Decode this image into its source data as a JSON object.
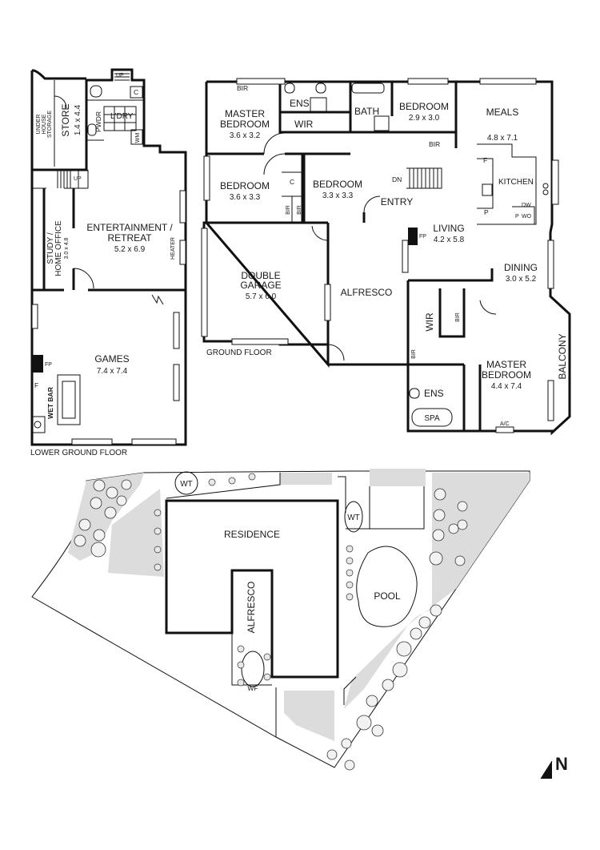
{
  "floors": {
    "lower_ground": "LOWER GROUND FLOOR",
    "ground": "GROUND FLOOR"
  },
  "lower_ground_rooms": {
    "store": "STORE",
    "store_dim": "1.4 x 4.4",
    "under_house_1": "UNDER",
    "under_house_2": "HOUSE",
    "under_house_3": "STORAGE",
    "pwdr": "PWDR",
    "ldry": "L'DRY",
    "up1": "UP",
    "up2": "UP",
    "c": "C",
    "wm": "WM",
    "entertainment_1": "ENTERTAINMENT /",
    "entertainment_2": "RETREAT",
    "entertainment_dim": "5.2 x 6.9",
    "heater": "HEATER",
    "study_1": "STUDY /",
    "study_2": "HOME OFFICE",
    "study_dim": "3.0 x 4.8",
    "games": "GAMES",
    "games_dim": "7.4 x 7.4",
    "fp": "FP",
    "f": "F",
    "wet_bar": "WET BAR"
  },
  "ground_rooms": {
    "bir1": "BIR",
    "master_1": "MASTER",
    "master_2": "BEDROOM",
    "master_dim": "3.6 x 3.2",
    "ens": "ENS",
    "wir": "WIR",
    "bath": "BATH",
    "bedroom_a": "BEDROOM",
    "bedroom_a_dim": "2.9 x 3.0",
    "bir2": "BIR",
    "meals": "MEALS",
    "meals_dim": "4.8 x 7.1",
    "bedroom_b": "BEDROOM",
    "bedroom_b_dim": "3.6 x 3.3",
    "c": "C",
    "bir3": "BIR",
    "bir4": "BIR",
    "bedroom_c": "BEDROOM",
    "bedroom_c_dim": "3.3 x 3.3",
    "dn": "DN",
    "entry": "ENTRY",
    "f": "F",
    "kitchen": "KITCHEN",
    "p1": "P",
    "p2": "P",
    "dw": "DW",
    "wo": "WO",
    "double_garage_1": "DOUBLE",
    "double_garage_2": "GARAGE",
    "garage_dim": "5.7 x 6.0",
    "alfresco": "ALFRESCO",
    "living": "LIVING",
    "living_dim": "4.2 x 5.8",
    "fp": "FP",
    "dining": "DINING",
    "dining_dim": "3.0 x 5.2",
    "wir2": "WIR",
    "bir5": "BIR",
    "bir6": "BIR",
    "ens2": "ENS",
    "spa": "SPA",
    "master2_1": "MASTER",
    "master2_2": "BEDROOM",
    "master2_dim": "4.4 x 7.4",
    "balcony": "BALCONY",
    "ac": "A/C"
  },
  "site": {
    "residence": "RESIDENCE",
    "alfresco": "ALFRESCO",
    "pool": "POOL",
    "wt1": "WT",
    "wt2": "WT",
    "wf": "WF"
  },
  "north": "N"
}
